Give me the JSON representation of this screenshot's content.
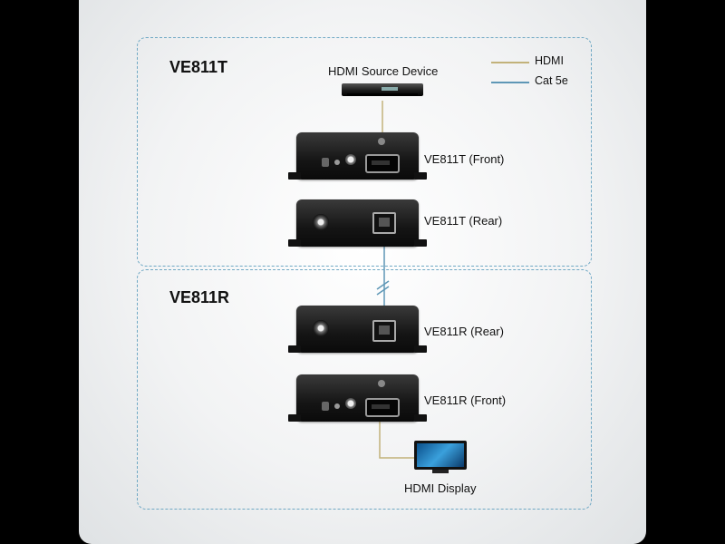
{
  "zones": {
    "transmitter_title": "VE811T",
    "receiver_title": "VE811R"
  },
  "legend": [
    {
      "label": "HDMI",
      "color": "#c2b27a"
    },
    {
      "label": "Cat 5e",
      "color": "#5e97b6"
    }
  ],
  "devices": {
    "source_label": "HDMI Source Device",
    "tx_front_label": "VE811T (Front)",
    "tx_rear_label": "VE811T (Rear)",
    "rx_rear_label": "VE811R (Rear)",
    "rx_front_label": "VE811R (Front)",
    "display_label": "HDMI Display"
  },
  "colors": {
    "zone_border": "#6fa8c4",
    "hdmi_cable": "#c2b27a",
    "cat5e_cable": "#5e97b6"
  }
}
